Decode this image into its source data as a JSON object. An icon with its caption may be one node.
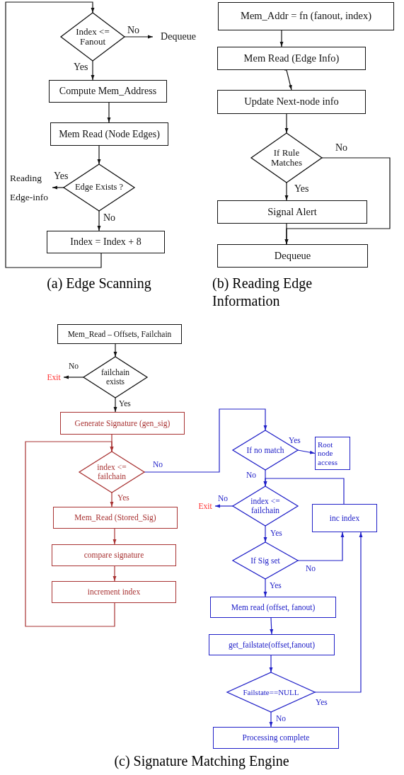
{
  "diagram": {
    "nodes": [
      {
        "text": [
          "Index <= Fanout"
        ]
      },
      {
        "text": [
          "Dequeue"
        ]
      },
      {
        "text": [
          "Compute Mem_Address"
        ]
      },
      {
        "text": [
          "Mem Read (Node Edges)"
        ]
      },
      {
        "text": [
          "Edge Exists ?"
        ]
      },
      {
        "text": [
          "Reading Edge-info"
        ]
      },
      {
        "text": [
          "Index = Index + 8"
        ]
      },
      {
        "text": [
          "Mem_Addr = fn (fanout, index)"
        ]
      },
      {
        "text": [
          "Mem Read (Edge Info)"
        ]
      },
      {
        "text": [
          "Update Next-node info"
        ]
      },
      {
        "text": [
          "If Rule Matches"
        ]
      },
      {
        "text": [
          "Signal Alert"
        ]
      },
      {
        "text": [
          "Dequeue"
        ]
      },
      {
        "text": [
          "Mem_Read – Offsets, Failchain"
        ]
      },
      {
        "text": [
          "failchain exists"
        ]
      },
      {
        "text": [
          "Exit"
        ]
      },
      {
        "text": [
          "Generate Signature (gen_sig)"
        ]
      },
      {
        "text": [
          "index <= failchain"
        ]
      },
      {
        "text": [
          "Mem_Read (Stored_Sig)"
        ]
      },
      {
        "text": [
          "compare signature"
        ]
      },
      {
        "text": [
          "increment index"
        ]
      },
      {
        "text": [
          "If no match"
        ]
      },
      {
        "text": [
          "Root node access"
        ]
      },
      {
        "text": [
          "index <= failchain"
        ]
      },
      {
        "text": [
          "Exit"
        ]
      },
      {
        "text": [
          "inc index"
        ]
      },
      {
        "text": [
          "If Sig set"
        ]
      },
      {
        "text": [
          "Mem read (offset, fanout)"
        ]
      },
      {
        "text": [
          "get_failstate(offset,fanout)"
        ]
      },
      {
        "text": [
          "Failstate==NULL"
        ]
      },
      {
        "text": [
          "Processing complete"
        ]
      }
    ],
    "edges": [
      {
        "from": 0,
        "to": 1,
        "arrow": "to",
        "label": "No"
      },
      {
        "from": 0,
        "to": 2,
        "arrow": "to",
        "label": "Yes"
      },
      {
        "from": 2,
        "to": 3,
        "arrow": "to"
      },
      {
        "from": 3,
        "to": 4,
        "arrow": "to"
      },
      {
        "from": 4,
        "to": 5,
        "arrow": "to",
        "label": "Yes"
      },
      {
        "from": 4,
        "to": 6,
        "arrow": "to",
        "label": "No"
      },
      {
        "from": 6,
        "to": 0,
        "arrow": "to"
      },
      {
        "from": 7,
        "to": 8,
        "arrow": "to"
      },
      {
        "from": 8,
        "to": 9,
        "arrow": "to"
      },
      {
        "from": 9,
        "to": 10,
        "arrow": "to"
      },
      {
        "from": 10,
        "to": 11,
        "arrow": "to",
        "label": "Yes"
      },
      {
        "from": 10,
        "to": 12,
        "arrow": "to",
        "label": "No"
      },
      {
        "from": 11,
        "to": 12,
        "arrow": "to"
      },
      {
        "from": 13,
        "to": 14,
        "arrow": "to"
      },
      {
        "from": 14,
        "to": 15,
        "arrow": "to",
        "label": "No"
      },
      {
        "from": 14,
        "to": 16,
        "arrow": "to",
        "label": "Yes"
      },
      {
        "from": 16,
        "to": 17,
        "arrow": "to",
        "color": "#a83232"
      },
      {
        "from": 17,
        "to": 18,
        "arrow": "to",
        "label": "Yes",
        "color": "#a83232"
      },
      {
        "from": 18,
        "to": 19,
        "arrow": "to",
        "color": "#a83232"
      },
      {
        "from": 19,
        "to": 20,
        "arrow": "to",
        "color": "#a83232"
      },
      {
        "from": 20,
        "to": 17,
        "arrow": "to",
        "color": "#a83232"
      },
      {
        "from": 17,
        "to": 21,
        "arrow": "to",
        "label": "No",
        "color": "#2020c8"
      },
      {
        "from": 21,
        "to": 22,
        "arrow": "to",
        "label": "Yes",
        "color": "#2020c8"
      },
      {
        "from": 21,
        "to": 23,
        "arrow": "to",
        "label": "No",
        "color": "#2020c8"
      },
      {
        "from": 23,
        "to": 24,
        "arrow": "to",
        "label": "No",
        "color": "#2020c8"
      },
      {
        "from": 23,
        "to": 26,
        "arrow": "to",
        "label": "Yes",
        "color": "#2020c8"
      },
      {
        "from": 26,
        "to": 25,
        "arrow": "to",
        "label": "No",
        "color": "#2020c8"
      },
      {
        "from": 25,
        "to": 23,
        "arrow": "to",
        "color": "#2020c8"
      },
      {
        "from": 26,
        "to": 27,
        "arrow": "to",
        "label": "Yes",
        "color": "#2020c8"
      },
      {
        "from": 27,
        "to": 28,
        "arrow": "to",
        "color": "#2020c8"
      },
      {
        "from": 28,
        "to": 29,
        "arrow": "to",
        "color": "#2020c8"
      },
      {
        "from": 29,
        "to": 25,
        "arrow": "to",
        "label": "Yes",
        "color": "#2020c8"
      },
      {
        "from": 29,
        "to": 30,
        "arrow": "to",
        "label": "No",
        "color": "#2020c8"
      }
    ],
    "labels": [
      "(a) Edge Scanning",
      "(b) Reading Edge Information",
      "(c) Signature Matching Engine"
    ]
  }
}
